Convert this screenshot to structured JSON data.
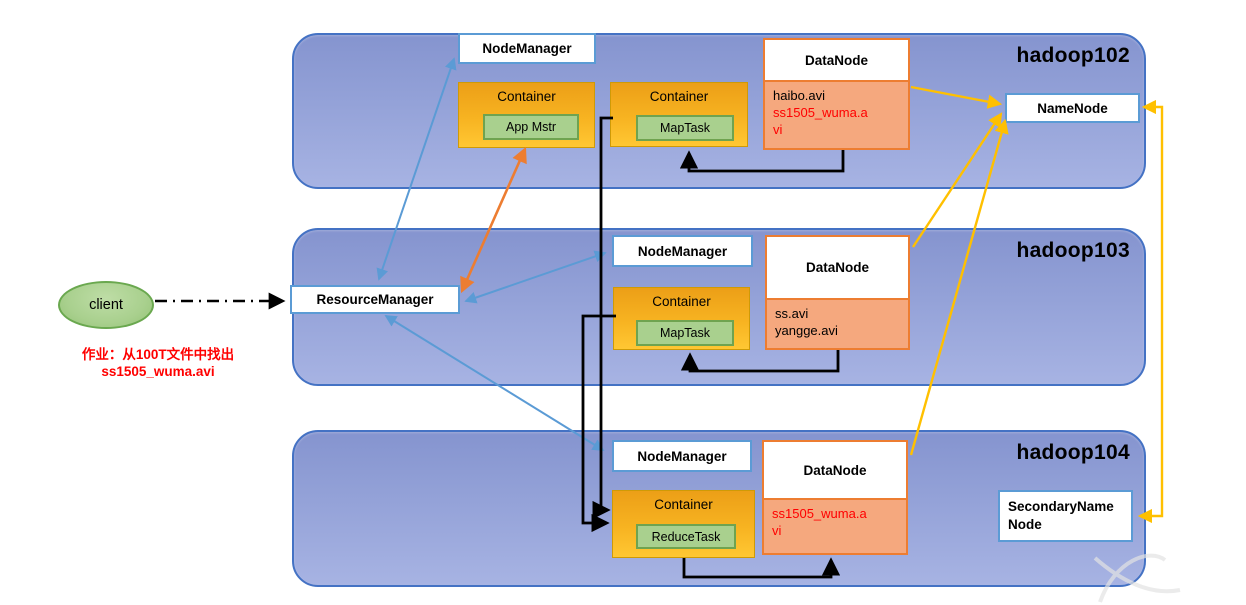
{
  "client": {
    "label": "client"
  },
  "job_note": {
    "line1": "作业：从100T文件中找出",
    "line2": "ss1505_wuma.avi"
  },
  "resource_manager": {
    "label": "ResourceManager"
  },
  "name_node": {
    "label": "NameNode"
  },
  "secondary_name_node": {
    "label": "SecondaryNameNode"
  },
  "hosts": [
    {
      "name": "hadoop102",
      "node_manager": "NodeManager",
      "containers": [
        {
          "label": "Container",
          "task": "App Mstr"
        },
        {
          "label": "Container",
          "task": "MapTask"
        }
      ],
      "data_node": {
        "title": "DataNode",
        "files": [
          {
            "text": "haibo.avi",
            "red": false
          },
          {
            "text": "ss1505_wuma.avi",
            "red": true
          }
        ]
      }
    },
    {
      "name": "hadoop103",
      "node_manager": "NodeManager",
      "containers": [
        {
          "label": "Container",
          "task": "MapTask"
        }
      ],
      "data_node": {
        "title": "DataNode",
        "files": [
          {
            "text": "ss.avi",
            "red": false
          },
          {
            "text": "yangge.avi",
            "red": false
          }
        ]
      }
    },
    {
      "name": "hadoop104",
      "node_manager": "NodeManager",
      "containers": [
        {
          "label": "Container",
          "task": "ReduceTask"
        }
      ],
      "data_node": {
        "title": "DataNode",
        "files": [
          {
            "text": "ss1505_wuma.avi",
            "red": true
          }
        ]
      }
    }
  ],
  "colors": {
    "host_fill": "#94a2d8",
    "host_border": "#4472c4",
    "container_gold": "#ffc000",
    "task_green": "#a9d08e",
    "datanode_orange": "#ed7d31",
    "datanode_body": "#f5a87e",
    "label_border_blue": "#5b9bd5",
    "arrow_blue": "#5b9bd5",
    "arrow_orange": "#ed7d31",
    "arrow_yellow": "#ffc000",
    "highlight_red": "#ff0000"
  }
}
